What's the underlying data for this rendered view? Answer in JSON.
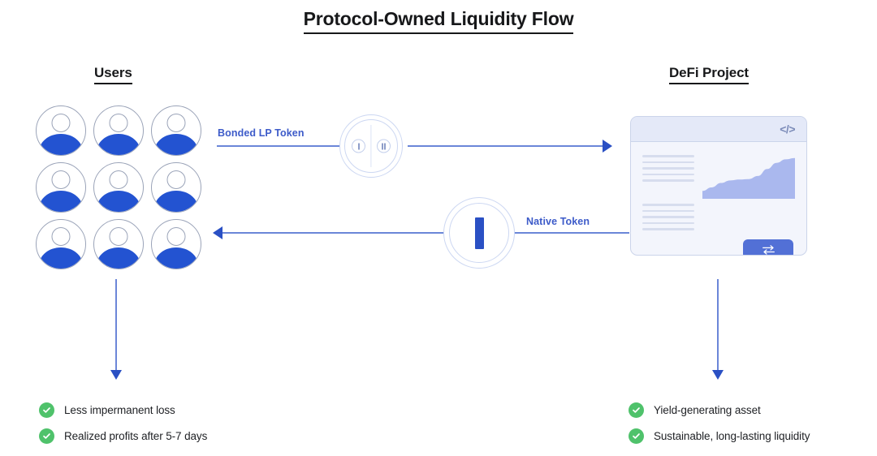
{
  "title": "Protocol-Owned Liquidity Flow",
  "columns": {
    "left_heading": "Users",
    "right_heading": "DeFi Project"
  },
  "flows": [
    {
      "label": "Bonded LP Token",
      "direction": "users-to-project",
      "badge": "lp-token-badge"
    },
    {
      "label": "Native Token",
      "direction": "project-to-users",
      "badge": "native-token-badge"
    }
  ],
  "users": {
    "avatar_count": 9,
    "avatar_icon": "user-avatar-icon"
  },
  "project_card": {
    "code_icon": "</>",
    "swap_icon": "swap-arrows-icon",
    "text_lines_group_1": 5,
    "text_lines_group_2": 5,
    "chart": {
      "type": "area",
      "style": "s-curve growth"
    }
  },
  "benefits": {
    "users": [
      "Less impermanent loss",
      "Realized profits after 5-7 days"
    ],
    "project": [
      "Yield-generating asset",
      "Sustainable, long-lasting liquidity"
    ]
  },
  "colors": {
    "accent_blue": "#2353d1",
    "line_blue": "#6b86d8",
    "arrow_blue": "#2a50c4",
    "label_blue": "#3d5bc9",
    "check_green": "#4fc26b",
    "card_bg": "#f3f5fc",
    "card_border": "#cbd4ea",
    "chart_fill": "#aab8ee",
    "swap_button": "#5270d6",
    "text_dark": "#17181a"
  },
  "chart_data": {
    "type": "area",
    "title": "",
    "x": [
      0,
      1,
      2,
      3,
      4,
      5,
      6,
      7,
      8,
      9,
      10
    ],
    "values": [
      18,
      26,
      36,
      42,
      44,
      45,
      52,
      68,
      82,
      90,
      93
    ],
    "xlabel": "",
    "ylabel": "",
    "ylim": [
      0,
      100
    ],
    "grid": false,
    "legend": "none"
  }
}
